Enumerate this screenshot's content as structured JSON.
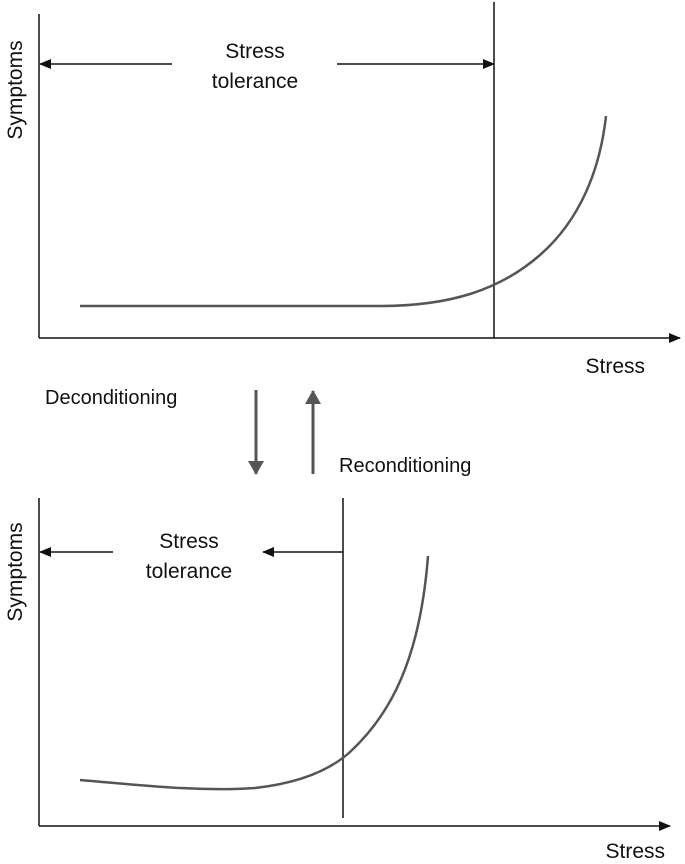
{
  "top_panel": {
    "y_axis_label": "Symptoms",
    "x_axis_label": "Stress",
    "tolerance_label": [
      "Stress",
      "tolerance"
    ]
  },
  "bottom_panel": {
    "y_axis_label": "Symptoms",
    "x_axis_label": "Stress",
    "tolerance_label": [
      "Stress",
      "tolerance"
    ]
  },
  "transitions": {
    "down_label": "Deconditioning",
    "up_label": "Reconditioning"
  },
  "colors": {
    "axis": "#111111",
    "curve": "#555555",
    "transition_arrow": "#555555",
    "text": "#111111"
  }
}
